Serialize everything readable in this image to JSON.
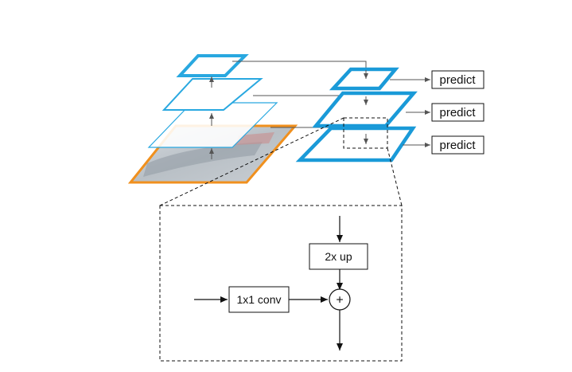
{
  "predict_boxes": [
    {
      "label": "predict"
    },
    {
      "label": "predict"
    },
    {
      "label": "predict"
    }
  ],
  "detail": {
    "conv_label": "1x1 conv",
    "up_label": "2x up",
    "sum_symbol": "+"
  },
  "colors": {
    "bottom_up_blue": "#29a8e0",
    "image_border_orange": "#f0901e",
    "top_down_blue": "#1a9ad8",
    "arrow_gray": "#555555",
    "line_black": "#111111"
  },
  "icons": [
    "photo-thumbnail",
    "plus-circle-icon"
  ]
}
